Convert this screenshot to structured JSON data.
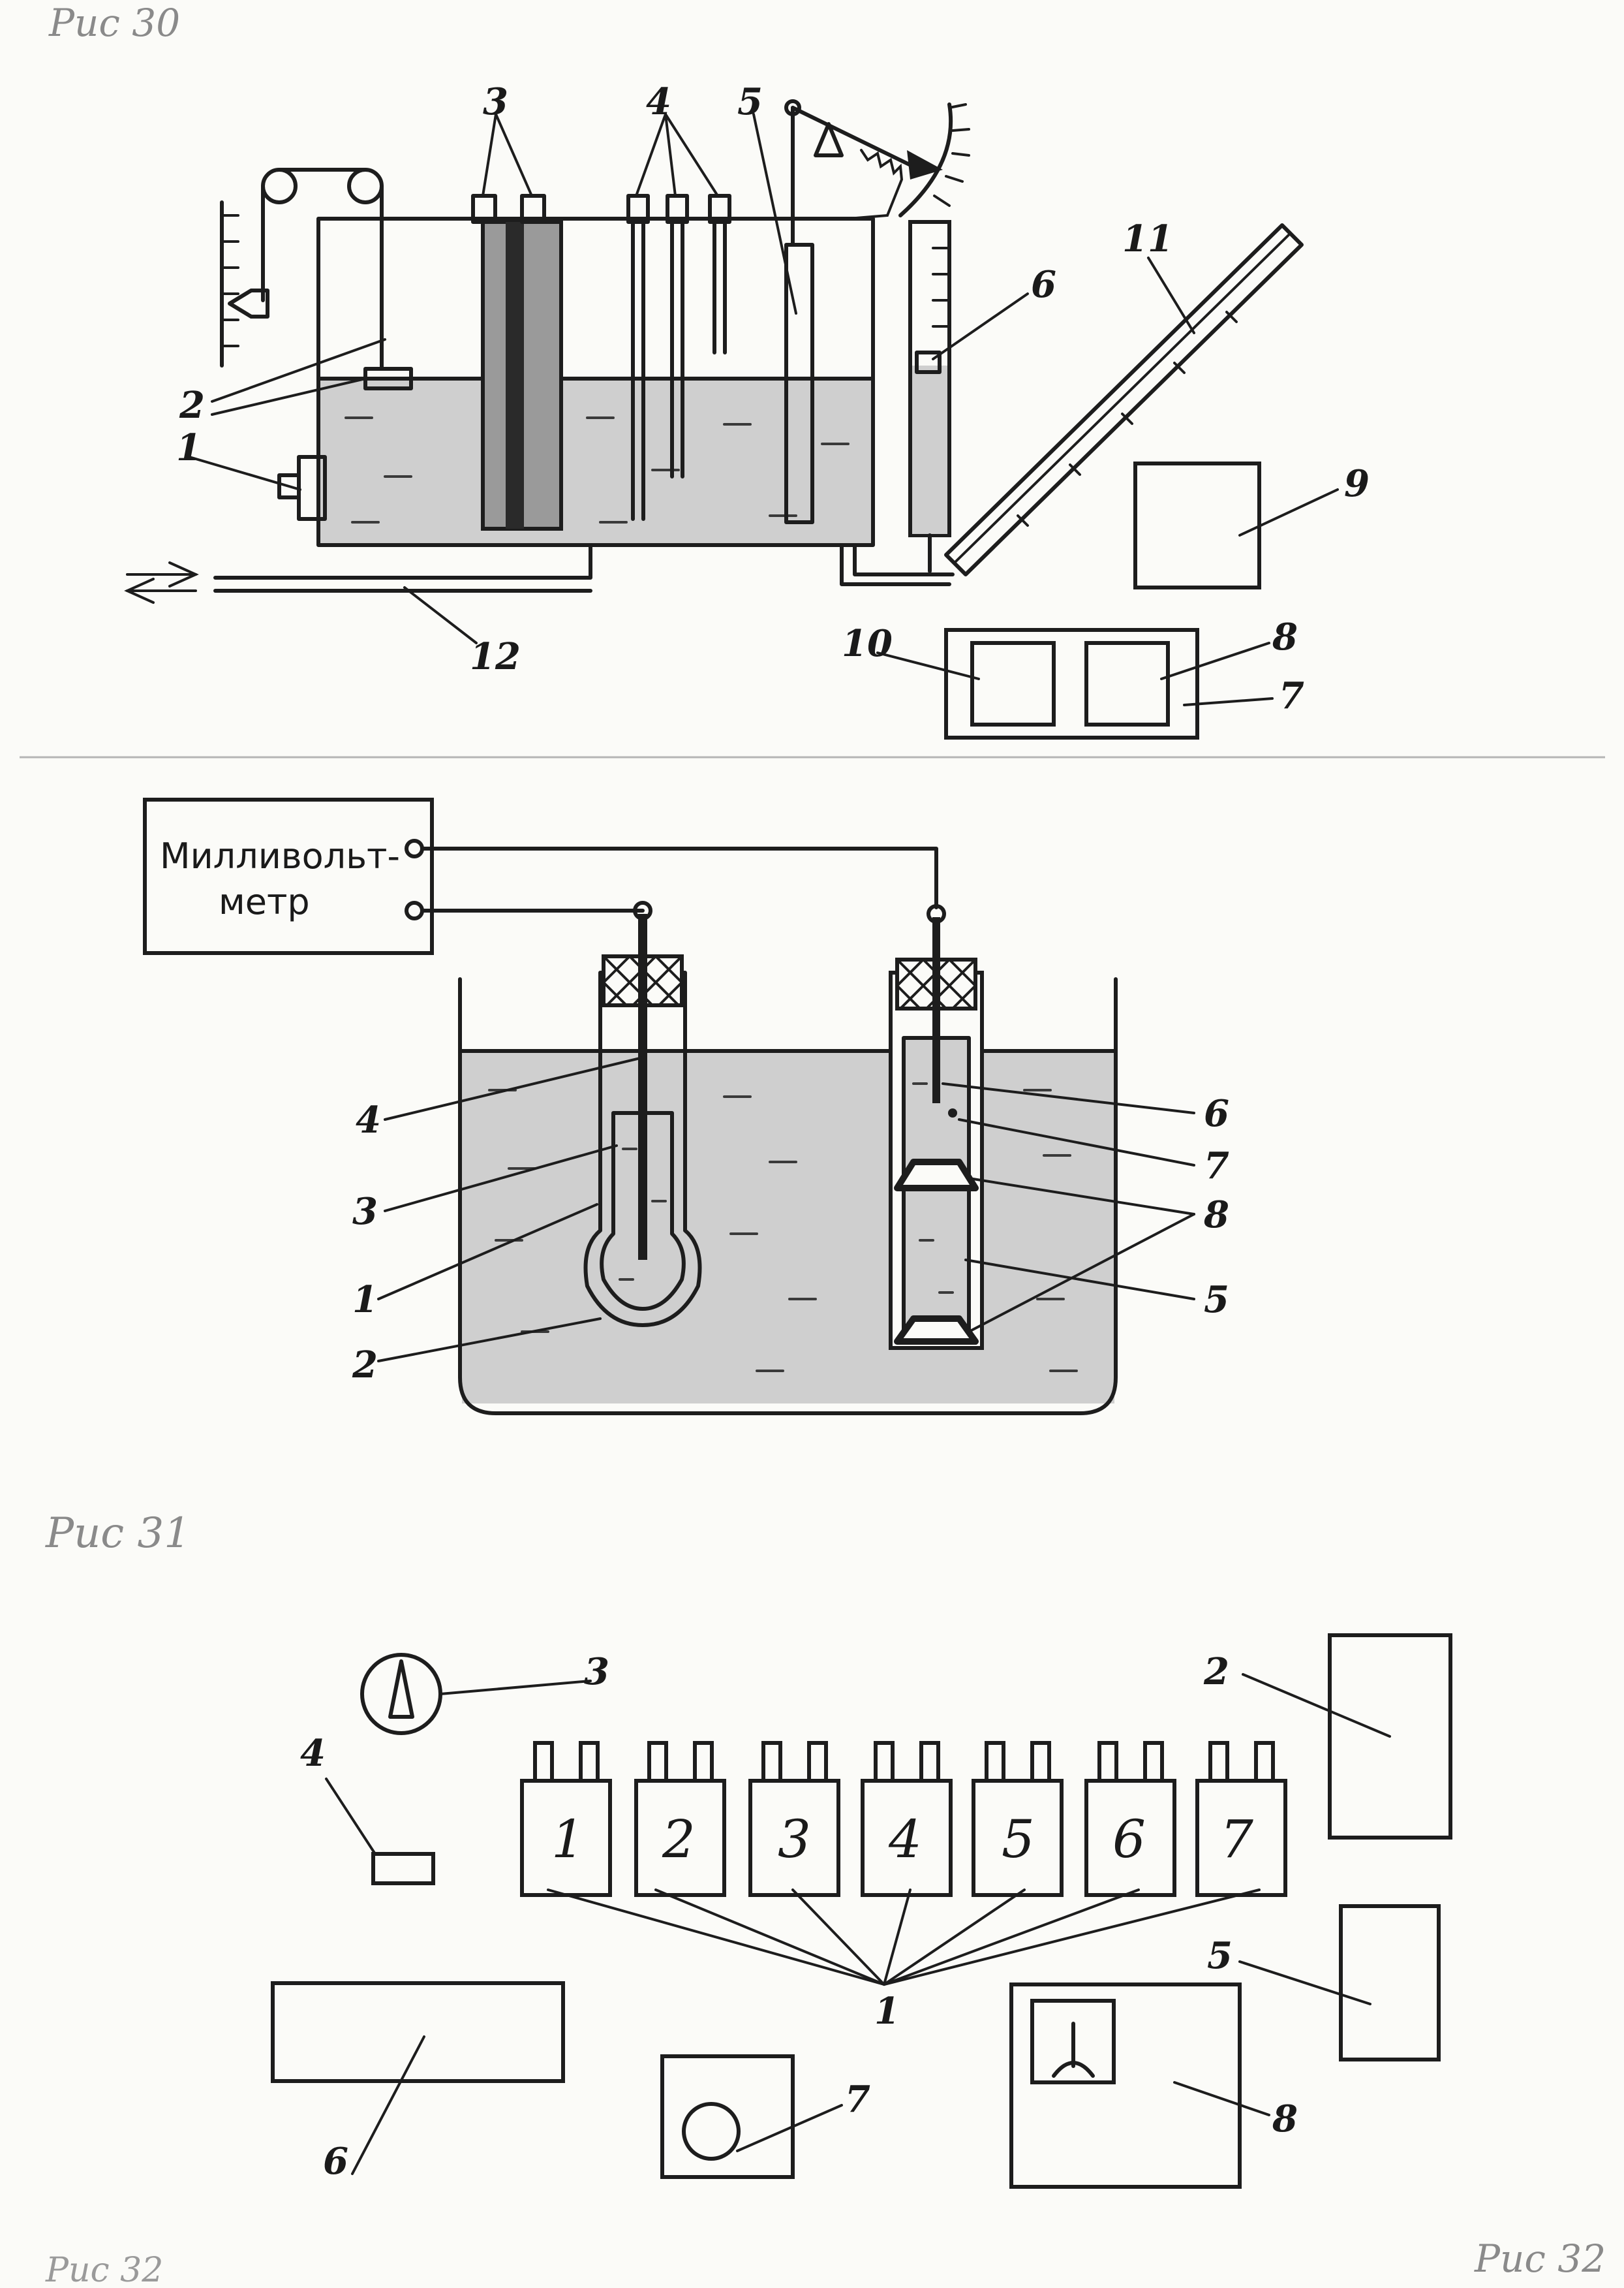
{
  "captions": {
    "fig30": "Рис 30",
    "fig31": "Рис 31",
    "fig32": "Рис 32",
    "fig32_footer": "Рис 32"
  },
  "fig30": {
    "labels": [
      "1",
      "2",
      "3",
      "4",
      "5",
      "6",
      "7",
      "8",
      "9",
      "10",
      "11",
      "12"
    ]
  },
  "fig31": {
    "millivoltmeter": [
      "Милливольт-",
      "метр"
    ],
    "labels": [
      "1",
      "2",
      "3",
      "4",
      "5",
      "6",
      "7",
      "8"
    ]
  },
  "fig32": {
    "cells": [
      "1",
      "2",
      "3",
      "4",
      "5",
      "6",
      "7"
    ],
    "labels": [
      "1",
      "2",
      "3",
      "4",
      "5",
      "6",
      "7",
      "8"
    ]
  },
  "colors": {
    "ink": "#1d1d1d",
    "liquid": "#cfcfcf",
    "paper": "#fbfbf8"
  }
}
